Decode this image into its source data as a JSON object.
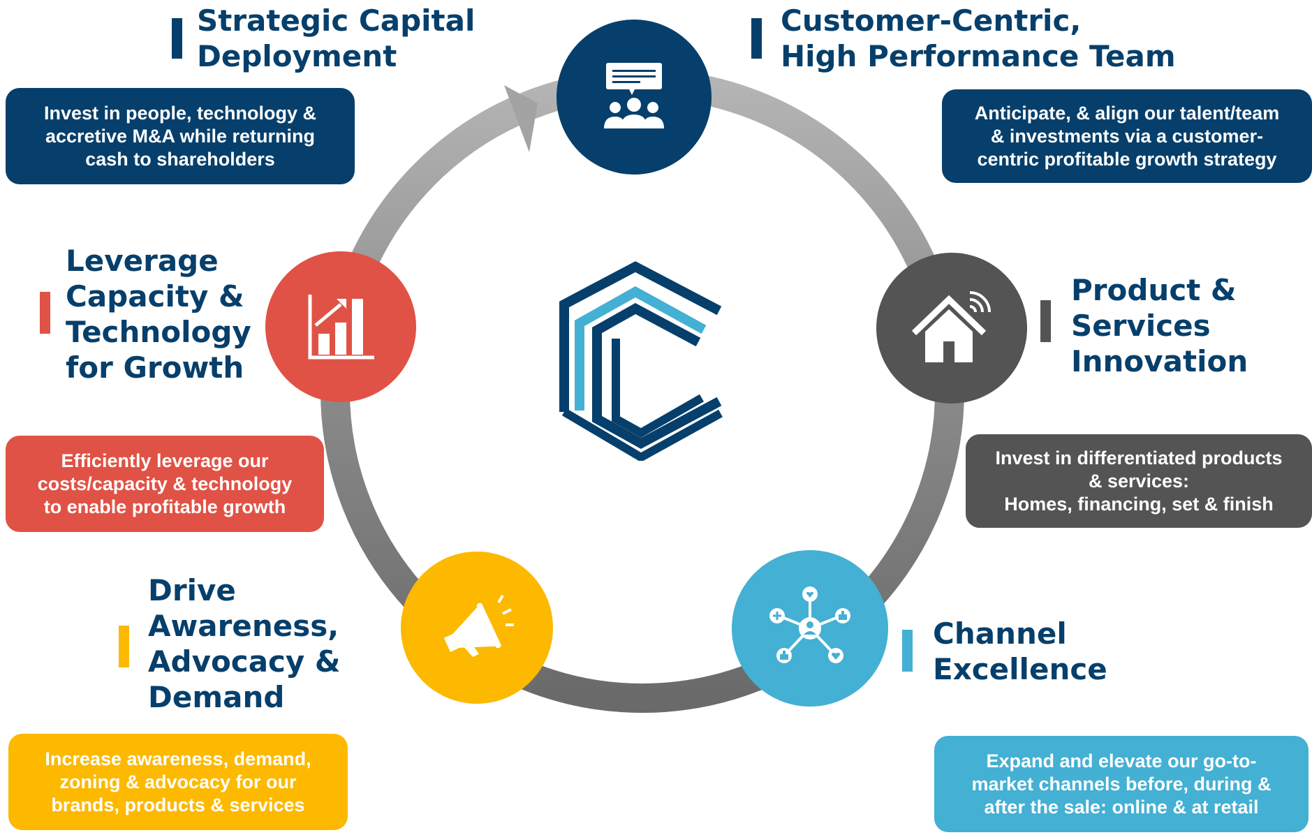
{
  "colors": {
    "navy": "#063f6b",
    "red": "#e05245",
    "gray": "#545454",
    "yellow": "#fcb900",
    "cyan": "#44b0d3",
    "ring": "#a6a6a6"
  },
  "icons": {
    "top": "team-presentation-icon",
    "left": "growth-chart-icon",
    "right": "smart-home-icon",
    "bottom_left": "megaphone-icon",
    "bottom_right": "social-network-icon",
    "center": "company-c-logo"
  },
  "items": {
    "strategic": {
      "title": [
        "Strategic Capital",
        "Deployment"
      ],
      "desc": [
        "Invest in people, technology &",
        "accretive M&A while returning",
        "cash to shareholders"
      ]
    },
    "customer": {
      "title": [
        "Customer-Centric,",
        "High Performance Team"
      ],
      "desc": [
        "Anticipate, & align our talent/team",
        "& investments via a customer-",
        "centric profitable growth strategy"
      ]
    },
    "leverage": {
      "title": [
        "Leverage",
        "Capacity &",
        "Technology",
        "for Growth"
      ],
      "desc": [
        "Efficiently leverage our",
        "costs/capacity & technology",
        "to enable profitable growth"
      ]
    },
    "product": {
      "title": [
        "Product &",
        "Services",
        "Innovation"
      ],
      "desc": [
        "Invest in differentiated products",
        "& services:",
        "Homes, financing, set & finish"
      ]
    },
    "drive": {
      "title": [
        "Drive",
        "Awareness,",
        "Advocacy &",
        "Demand"
      ],
      "desc": [
        "Increase awareness, demand,",
        "zoning & advocacy for our",
        "brands, products & services"
      ]
    },
    "channel": {
      "title": [
        "Channel",
        "Excellence"
      ],
      "desc": [
        "Expand and elevate our go-to-",
        "market channels before, during &",
        "after the sale: online & at retail"
      ]
    }
  }
}
